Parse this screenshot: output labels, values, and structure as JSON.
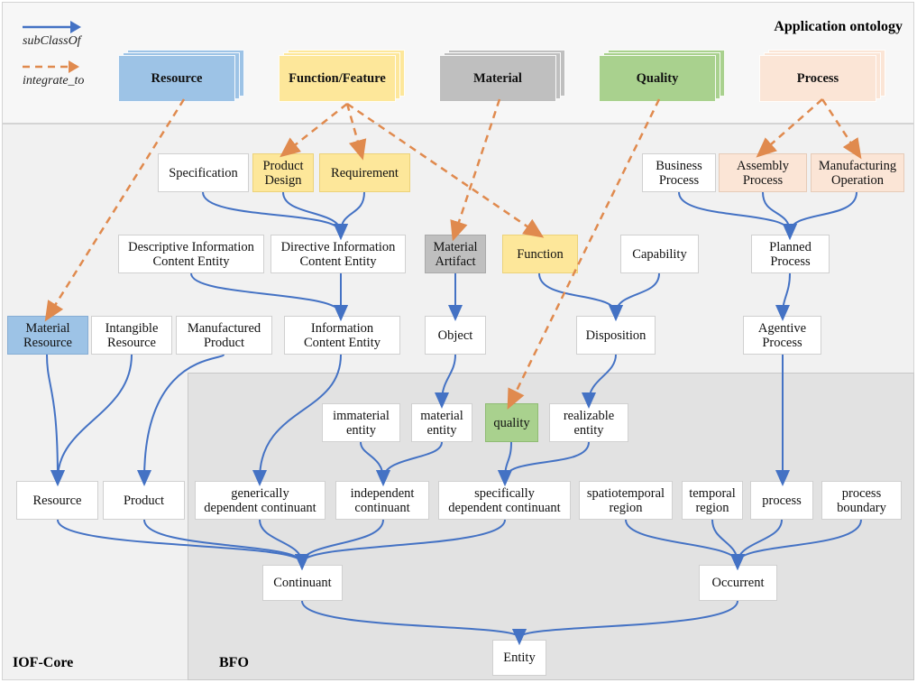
{
  "colors": {
    "subclass": "#4472c4",
    "integrate": "#e08a4e",
    "yellow": "#fde79a",
    "blue": "#9dc3e6",
    "gray": "#bfbfbf",
    "green": "#a9d18e",
    "peach": "#fbe5d6"
  },
  "legend": {
    "subclass_label": "subClassOf",
    "integrate_label": "integrate_to"
  },
  "regions": {
    "application": "Application ontology",
    "iof": "IOF-Core",
    "bfo": "BFO"
  },
  "app_classes": {
    "resource": "Resource",
    "function_feature": "Function/Feature",
    "material": "Material",
    "quality": "Quality",
    "process": "Process"
  },
  "nodes": {
    "specification": "Specification",
    "product_design": "Product\nDesign",
    "requirement": "Requirement",
    "business_process": "Business\nProcess",
    "assembly_process": "Assembly\nProcess",
    "manufacturing_operation": "Manufacturing\nOperation",
    "descriptive_ice": "Descriptive Information\nContent Entity",
    "directive_ice": "Directive Information\nContent Entity",
    "material_artifact": "Material\nArtifact",
    "function": "Function",
    "capability": "Capability",
    "planned_process": "Planned\nProcess",
    "material_resource": "Material\nResource",
    "intangible_resource": "Intangible\nResource",
    "manufactured_product": "Manufactured\nProduct",
    "information_content_entity": "Information\nContent Entity",
    "object": "Object",
    "disposition": "Disposition",
    "agentive_process": "Agentive\nProcess",
    "immaterial_entity": "immaterial\nentity",
    "material_entity": "material\nentity",
    "quality_bfo": "quality",
    "realizable_entity": "realizable\nentity",
    "resource": "Resource",
    "product": "Product",
    "gdc": "generically\ndependent continuant",
    "independent_continuant": "independent\ncontinuant",
    "sdc": "specifically\ndependent continuant",
    "spatiotemporal_region": "spatiotemporal\nregion",
    "temporal_region": "temporal\nregion",
    "process": "process",
    "process_boundary": "process\nboundary",
    "continuant": "Continuant",
    "occurrent": "Occurrent",
    "entity": "Entity"
  }
}
